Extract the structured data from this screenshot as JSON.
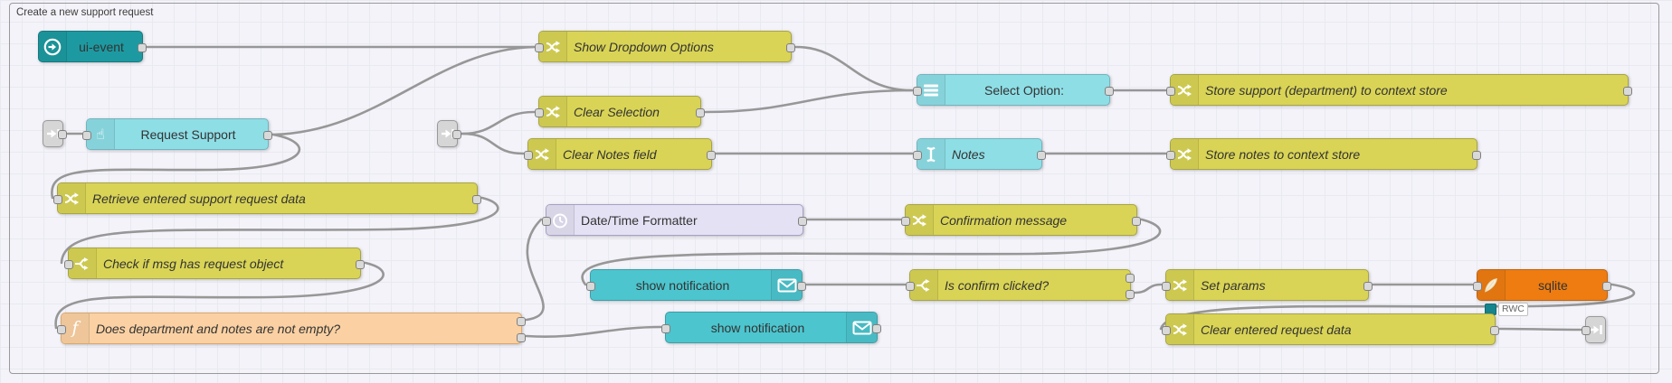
{
  "canvas": {
    "group_label": "Create a new support request"
  },
  "palette": {
    "yellow": {
      "bg": "#d9d455",
      "bd": "#a8a446"
    },
    "cyan": {
      "bg": "#8edee6",
      "bd": "#74b3be"
    },
    "tealdark": {
      "bg": "#1d9aa1",
      "bd": "#17787e"
    },
    "teal": {
      "bg": "#4cc5ce",
      "bd": "#3f9da5"
    },
    "lavender": {
      "bg": "#e4e1f4",
      "bd": "#a6a1c4"
    },
    "orange": {
      "bg": "#ee7c10",
      "bd": "#bf640e"
    },
    "peach": {
      "bg": "#fbd1a3",
      "bd": "#d9a86f"
    },
    "link": {
      "bg": "#d6d6d6",
      "bd": "#999999"
    },
    "wire": "#979797",
    "status_dot": "#17858d"
  },
  "badges": {
    "sqlite_status": "RWC"
  },
  "nodes": [
    {
      "id": "ui-event",
      "type": "tealdark",
      "icon": "circle-arrow-icon",
      "label": "ui-event",
      "italic": false,
      "align": "center"
    },
    {
      "id": "link-in-1",
      "type": "link",
      "icon": "link-icon",
      "label": "",
      "italic": false,
      "align": "center"
    },
    {
      "id": "request-support",
      "type": "cyan",
      "icon": "hand-pointer-icon",
      "label": "Request Support",
      "italic": false,
      "align": "center"
    },
    {
      "id": "show-dropdown-options",
      "type": "yellow",
      "icon": "shuffle-icon",
      "label": "Show Dropdown Options",
      "italic": true,
      "align": "left"
    },
    {
      "id": "link-in-2",
      "type": "link",
      "icon": "link-icon",
      "label": "",
      "italic": false,
      "align": "center"
    },
    {
      "id": "clear-selection",
      "type": "yellow",
      "icon": "shuffle-icon",
      "label": "Clear Selection",
      "italic": true,
      "align": "left"
    },
    {
      "id": "clear-notes-field",
      "type": "yellow",
      "icon": "shuffle-icon",
      "label": "Clear Notes field",
      "italic": true,
      "align": "left"
    },
    {
      "id": "select-option",
      "type": "cyan",
      "icon": "menu-icon",
      "label": "Select Option:",
      "italic": false,
      "align": "center"
    },
    {
      "id": "notes",
      "type": "cyan",
      "icon": "text-cursor-icon",
      "label": "Notes",
      "italic": true,
      "align": "left"
    },
    {
      "id": "store-support",
      "type": "yellow",
      "icon": "shuffle-icon",
      "label": "Store support (department) to context store",
      "italic": true,
      "align": "left"
    },
    {
      "id": "store-notes",
      "type": "yellow",
      "icon": "shuffle-icon",
      "label": "Store notes to context store",
      "italic": true,
      "align": "left"
    },
    {
      "id": "retrieve-data",
      "type": "yellow",
      "icon": "shuffle-icon",
      "label": "Retrieve entered support request data",
      "italic": true,
      "align": "left"
    },
    {
      "id": "datetime-formatter",
      "type": "lavender",
      "icon": "clock-icon",
      "label": "Date/Time Formatter",
      "italic": false,
      "align": "left"
    },
    {
      "id": "confirmation-message",
      "type": "yellow",
      "icon": "shuffle-icon",
      "label": "Confirmation message",
      "italic": true,
      "align": "left"
    },
    {
      "id": "check-msg-request",
      "type": "yellow",
      "icon": "switch-icon",
      "label": "Check if msg has request object",
      "italic": true,
      "align": "left"
    },
    {
      "id": "show-notification-1",
      "type": "teal",
      "icon": "envelope-icon",
      "iconSide": "right",
      "label": "show notification",
      "italic": false,
      "align": "center"
    },
    {
      "id": "is-confirm-clicked",
      "type": "yellow",
      "icon": "switch-icon",
      "label": "Is confirm clicked?",
      "italic": true,
      "align": "left"
    },
    {
      "id": "set-params",
      "type": "yellow",
      "icon": "shuffle-icon",
      "label": "Set params",
      "italic": true,
      "align": "left"
    },
    {
      "id": "sqlite",
      "type": "orange",
      "icon": "feather-icon",
      "label": "sqlite",
      "italic": false,
      "align": "center",
      "badge": "RWC"
    },
    {
      "id": "does-dept-notes-empty",
      "type": "peach",
      "icon": "function-icon",
      "label": "Does department and notes are not empty?",
      "italic": true,
      "align": "left"
    },
    {
      "id": "show-notification-2",
      "type": "teal",
      "icon": "envelope-icon",
      "iconSide": "right",
      "label": "show notification",
      "italic": false,
      "align": "center"
    },
    {
      "id": "clear-entered-data",
      "type": "yellow",
      "icon": "shuffle-icon",
      "label": "Clear entered request data",
      "italic": true,
      "align": "left"
    },
    {
      "id": "link-out-1",
      "type": "link",
      "icon": "link-icon",
      "label": "",
      "italic": false,
      "align": "center"
    }
  ]
}
